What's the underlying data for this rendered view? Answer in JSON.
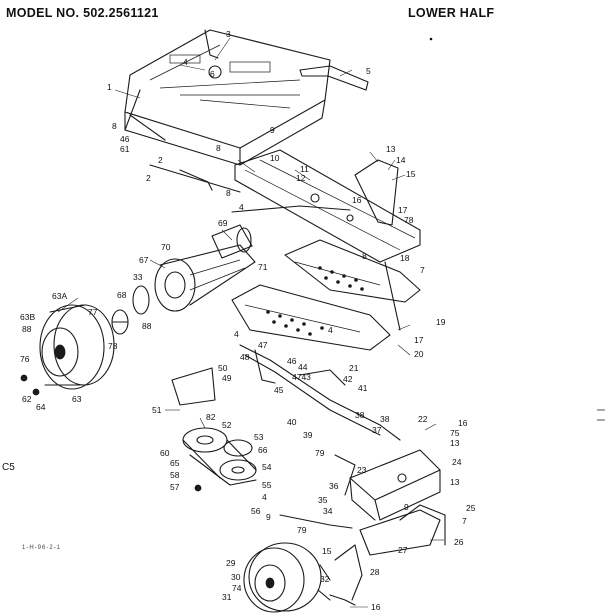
{
  "header": {
    "model": "MODEL NO. 502.2561121",
    "section": "LOWER HALF"
  },
  "side_mark": "C5",
  "footer_code": "1-H-96-2-1",
  "callouts": [
    {
      "id": "c1",
      "text": "1"
    },
    {
      "id": "c2",
      "text": "2"
    },
    {
      "id": "c3",
      "text": "3"
    },
    {
      "id": "c4",
      "text": "4"
    },
    {
      "id": "c5",
      "text": "5"
    },
    {
      "id": "c6",
      "text": "6"
    },
    {
      "id": "c8a",
      "text": "8"
    },
    {
      "id": "c46a",
      "text": "46"
    },
    {
      "id": "c61",
      "text": "61"
    },
    {
      "id": "c8b",
      "text": "8"
    },
    {
      "id": "c2b",
      "text": "2"
    },
    {
      "id": "c8c",
      "text": "8"
    },
    {
      "id": "c9a",
      "text": "9"
    },
    {
      "id": "c10",
      "text": "10"
    },
    {
      "id": "c11",
      "text": "11"
    },
    {
      "id": "c12",
      "text": "12"
    },
    {
      "id": "c13a",
      "text": "13"
    },
    {
      "id": "c14",
      "text": "14"
    },
    {
      "id": "c15",
      "text": "15"
    },
    {
      "id": "c16a",
      "text": "16"
    },
    {
      "id": "c17a",
      "text": "17"
    },
    {
      "id": "c78",
      "text": "78"
    },
    {
      "id": "c4b",
      "text": "4"
    },
    {
      "id": "c69",
      "text": "69"
    },
    {
      "id": "c70",
      "text": "70"
    },
    {
      "id": "c67",
      "text": "67"
    },
    {
      "id": "c71",
      "text": "71"
    },
    {
      "id": "c33",
      "text": "33"
    },
    {
      "id": "c68",
      "text": "68"
    },
    {
      "id": "c63A",
      "text": "63A"
    },
    {
      "id": "c77",
      "text": "77"
    },
    {
      "id": "c88a",
      "text": "88"
    },
    {
      "id": "c63B",
      "text": "63B"
    },
    {
      "id": "c88b",
      "text": "88"
    },
    {
      "id": "c76",
      "text": "76"
    },
    {
      "id": "c78b",
      "text": "78"
    },
    {
      "id": "c62",
      "text": "62"
    },
    {
      "id": "c64",
      "text": "64"
    },
    {
      "id": "c63",
      "text": "63"
    },
    {
      "id": "c8d",
      "text": "8"
    },
    {
      "id": "c18",
      "text": "18"
    },
    {
      "id": "c7a",
      "text": "7"
    },
    {
      "id": "c19",
      "text": "19"
    },
    {
      "id": "c17b",
      "text": "17"
    },
    {
      "id": "c20",
      "text": "20"
    },
    {
      "id": "c21",
      "text": "21"
    },
    {
      "id": "c4c",
      "text": "4"
    },
    {
      "id": "c4d",
      "text": "4"
    },
    {
      "id": "c47",
      "text": "47"
    },
    {
      "id": "c48",
      "text": "48"
    },
    {
      "id": "c46b",
      "text": "46"
    },
    {
      "id": "c44",
      "text": "44"
    },
    {
      "id": "c49",
      "text": "49"
    },
    {
      "id": "c50",
      "text": "50"
    },
    {
      "id": "c45",
      "text": "45"
    },
    {
      "id": "c4743",
      "text": "4743"
    },
    {
      "id": "c42",
      "text": "42"
    },
    {
      "id": "c41",
      "text": "41"
    },
    {
      "id": "c40",
      "text": "40"
    },
    {
      "id": "c38a",
      "text": "38"
    },
    {
      "id": "c39",
      "text": "39"
    },
    {
      "id": "c51",
      "text": "51"
    },
    {
      "id": "c82",
      "text": "82"
    },
    {
      "id": "c52",
      "text": "52"
    },
    {
      "id": "c53",
      "text": "53"
    },
    {
      "id": "c38b",
      "text": "38"
    },
    {
      "id": "c37",
      "text": "37"
    },
    {
      "id": "c22",
      "text": "22"
    },
    {
      "id": "c16b",
      "text": "16"
    },
    {
      "id": "c75",
      "text": "75"
    },
    {
      "id": "c13b",
      "text": "13"
    },
    {
      "id": "c60",
      "text": "60"
    },
    {
      "id": "c66",
      "text": "66"
    },
    {
      "id": "c65",
      "text": "65"
    },
    {
      "id": "c58",
      "text": "58"
    },
    {
      "id": "c54",
      "text": "54"
    },
    {
      "id": "c79a",
      "text": "79"
    },
    {
      "id": "c57",
      "text": "57"
    },
    {
      "id": "c55",
      "text": "55"
    },
    {
      "id": "c4e",
      "text": "4"
    },
    {
      "id": "c24",
      "text": "24"
    },
    {
      "id": "c23",
      "text": "23"
    },
    {
      "id": "c36",
      "text": "36"
    },
    {
      "id": "c35",
      "text": "35"
    },
    {
      "id": "c13c",
      "text": "13"
    },
    {
      "id": "c34",
      "text": "34"
    },
    {
      "id": "c25",
      "text": "25"
    },
    {
      "id": "c56",
      "text": "56"
    },
    {
      "id": "c9b",
      "text": "9"
    },
    {
      "id": "c79b",
      "text": "79"
    },
    {
      "id": "c9c",
      "text": "9"
    },
    {
      "id": "c7b",
      "text": "7"
    },
    {
      "id": "c26",
      "text": "26"
    },
    {
      "id": "c27",
      "text": "27"
    },
    {
      "id": "c15b",
      "text": "15"
    },
    {
      "id": "c29",
      "text": "29"
    },
    {
      "id": "c30",
      "text": "30"
    },
    {
      "id": "c28",
      "text": "28"
    },
    {
      "id": "c74",
      "text": "74"
    },
    {
      "id": "c32",
      "text": "32"
    },
    {
      "id": "c31",
      "text": "31"
    },
    {
      "id": "c16c",
      "text": "16"
    }
  ]
}
